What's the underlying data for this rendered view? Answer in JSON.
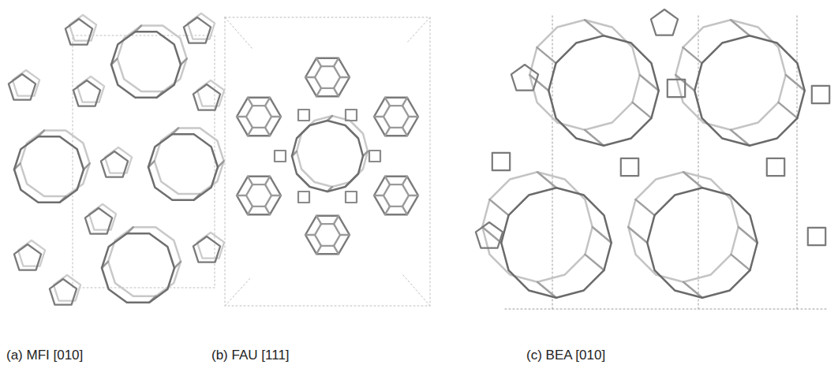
{
  "diagram": {
    "labels": [
      "(a) MFI [010]",
      "(b) FAU [111]",
      "(c) BEA [010]"
    ]
  }
}
